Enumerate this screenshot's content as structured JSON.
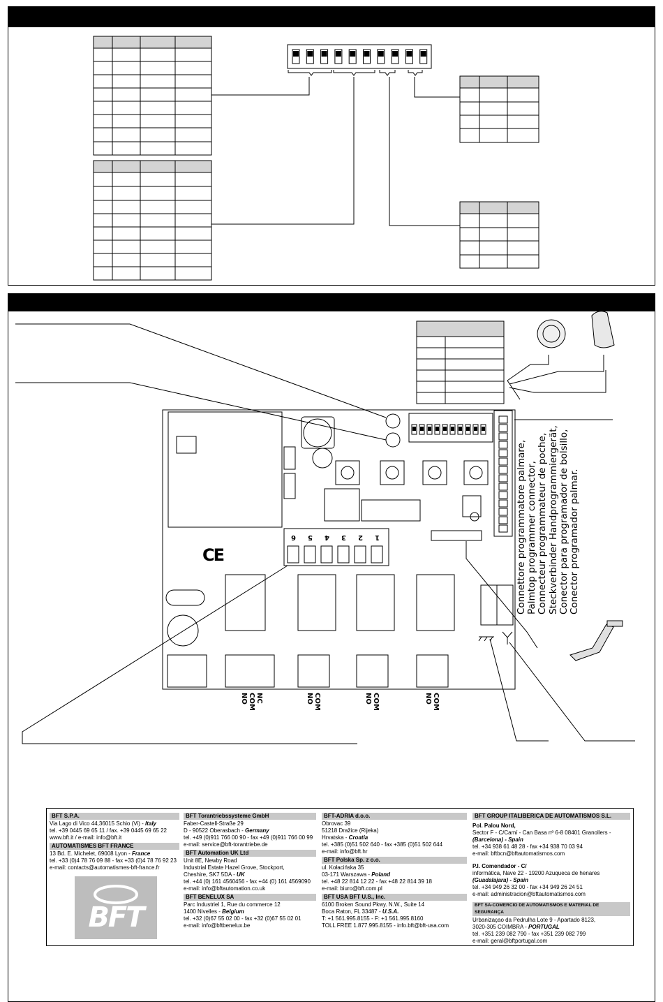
{
  "diagram": {
    "dip_switch_count": 10,
    "terminal_pin_labels": [
      "1",
      "2",
      "3",
      "4",
      "5",
      "6"
    ],
    "connector_caption_lines": [
      "Connettore programmatore palmare,",
      "Palmtop programmer connector,",
      "Connecteur programmateur de poche,",
      "Steckverbinder Handprogrammiergerät,",
      "Conector para programador de bolsillo,",
      "Conector programador palmar."
    ],
    "relay_terminals": [
      [
        "NC",
        "COM",
        "NO"
      ],
      [
        "COM",
        "NO"
      ],
      [
        "COM",
        "NO"
      ],
      [
        "COM",
        "NO"
      ]
    ],
    "ce_mark": "CE"
  },
  "footer": {
    "col1": {
      "head1": "BFT S.P.A.",
      "l1": "Via Lago di Vico 44,36015 Schio (Vi) - ",
      "l1b": "Italy",
      "l2": "tel. +39 0445 69 65 11 / fax. +39 0445 69 65 22",
      "l3": "www.bft.it / e-mail: info@bft.it",
      "head2": "AUTOMATISMES BFT FRANCE",
      "l4": "13 Bd. E. Michelet, 69008 Lyon - ",
      "l4b": "France",
      "l5": "tel. +33 (0)4 78 76 09 88 - fax +33 (0)4 78 76 92 23",
      "l6": "e-mail: contacts@automatismes-bft-france.fr",
      "logo": "BFT"
    },
    "col2": {
      "head1": "BFT Torantriebssysteme GmbH",
      "l1": "Faber-Castell-Straße 29",
      "l2": "D - 90522 Oberasbach - ",
      "l2b": "Germany",
      "l3": "tel. +49 (0)911 766 00 90 - fax +49 (0)911 766 00 99",
      "l4": "e-mail: service@bft-torantriebe.de",
      "head2": "BFT Automation UK Ltd",
      "l5": "Unit 8E, Newby Road",
      "l6": "Industrial Estate Hazel Grove, Stockport,",
      "l7": "Cheshire, SK7 5DA - ",
      "l7b": "UK",
      "l8": "tel. +44 (0) 161 4560456 - fax +44 (0) 161 4569090",
      "l9": "e-mail: info@bftautomation.co.uk",
      "head3": "BFT BENELUX SA",
      "l10": "Parc Industriel 1, Rue du commerce 12",
      "l11": "1400 Nivelles - ",
      "l11b": "Belgium",
      "l12": "tel. +32 (0)67 55 02 00 - fax +32 (0)67 55 02 01",
      "l13": "e-mail: info@bftbenelux.be"
    },
    "col3": {
      "head1": "BFT-ADRIA d.o.o.",
      "l1": "Obrovac 39",
      "l2": "51218 Dražice (Rijeka)",
      "l3": "Hrvatska - ",
      "l3b": "Croatia",
      "l4": "tel. +385 (0)51 502 640 - fax +385 (0)51 502 644",
      "l5": "e-mail: info@bft.hr",
      "head2": "BFT Polska Sp. z o.o.",
      "l6": "ul. Kołacińska 35",
      "l7": "03-171 Warszawa - ",
      "l7b": "Poland",
      "l8": "tel. +48 22 814 12 22 - fax +48 22 814 39 18",
      "l9": "e-mail: biuro@bft.com.pl",
      "head3": "BFT USA BFT U.S., Inc.",
      "l10": "6100 Broken Sound Pkwy. N.W., Suite 14",
      "l11": "Boca Raton, FL 33487 - ",
      "l11b": "U.S.A.",
      "l12": "T: +1 561.995.8155 - F: +1 561.995.8160",
      "l13": "TOLL FREE 1.877.995.8155 - info.bft@bft-usa.com"
    },
    "col4": {
      "head1": "BFT GROUP ITALIBERICA DE AUTOMATISMOS S.L.",
      "s1": "Pol. Palou Nord,",
      "l1": "Sector F - C/Camí - Can Basa nº 6-8 08401 Granollers -",
      "l2b": "(Barcelona) - Spain",
      "l3": "tel. +34 938 61 48 28 - fax +34 938 70 03 94",
      "l4": "e-mail: bftbcn@bftautomatismos.com",
      "s2": "P.I. Comendador - C/",
      "l5": "informática, Nave 22 - 19200 Azuqueca de henares",
      "l6b": "(Guadalajara) - Spain",
      "l7": "tel. +34 949 26 32 00 - fax +34 949 26 24 51",
      "l8": "e-mail: administracion@bftautomatismos.com",
      "head2": "BFT SA-COMERCIO DE AUTOMATISMOS E MATERIAL DE SEGURANÇA",
      "l9": "Urbanizaçao da Pedrulha Lote 9 - Apartado 8123,",
      "l10": "3020-305 COIMBRA - ",
      "l10b": "PORTUGAL",
      "l11": "tel. +351 239 082 790 - fax +351 239 082 799",
      "l12": "e-mail: geral@bftportugal.com"
    }
  }
}
